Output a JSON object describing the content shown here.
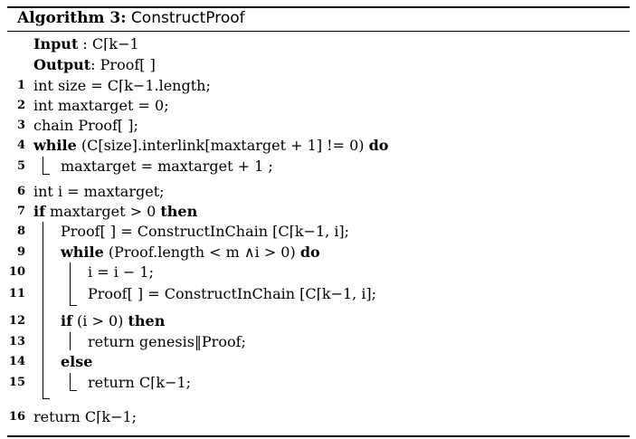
{
  "algorithm": {
    "label": "Algorithm 3:",
    "name": "ConstructProof"
  },
  "header": {
    "input_kw": "Input",
    "input_val": " : C⌈k−1",
    "output_kw": "Output",
    "output_val": ": Proof[ ]"
  },
  "lines": [
    {
      "n": "1",
      "text": "int size = C⌈k−1.length;"
    },
    {
      "n": "2",
      "text": "int maxtarget = 0;"
    },
    {
      "n": "3",
      "text": "chain Proof[ ];"
    },
    {
      "n": "4",
      "kw": "while",
      "text": " (C[size].interlink[maxtarget + 1] != 0) ",
      "kw2": "do"
    },
    {
      "n": "5",
      "text": "maxtarget = maxtarget + 1 ;"
    },
    {
      "n": "6",
      "text": "int i = maxtarget;"
    },
    {
      "n": "7",
      "kw": "if",
      "text": " maxtarget > 0 ",
      "kw2": "then"
    },
    {
      "n": "8",
      "text": "Proof[ ] = ConstructInChain [C⌈k−1, i];"
    },
    {
      "n": "9",
      "kw": "while",
      "text": " (Proof.length < m ∧i > 0) ",
      "kw2": "do"
    },
    {
      "n": "10",
      "text": "i = i − 1;"
    },
    {
      "n": "11",
      "text": "Proof[ ] = ConstructInChain [C⌈k−1, i];"
    },
    {
      "n": "12",
      "kw": "if",
      "text": " (i > 0) ",
      "kw2": "then"
    },
    {
      "n": "13",
      "text": "return genesis‖Proof;"
    },
    {
      "n": "14",
      "kw": "else"
    },
    {
      "n": "15",
      "text": "return C⌈k−1;"
    },
    {
      "n": "16",
      "text": "return C⌈k−1;"
    }
  ]
}
